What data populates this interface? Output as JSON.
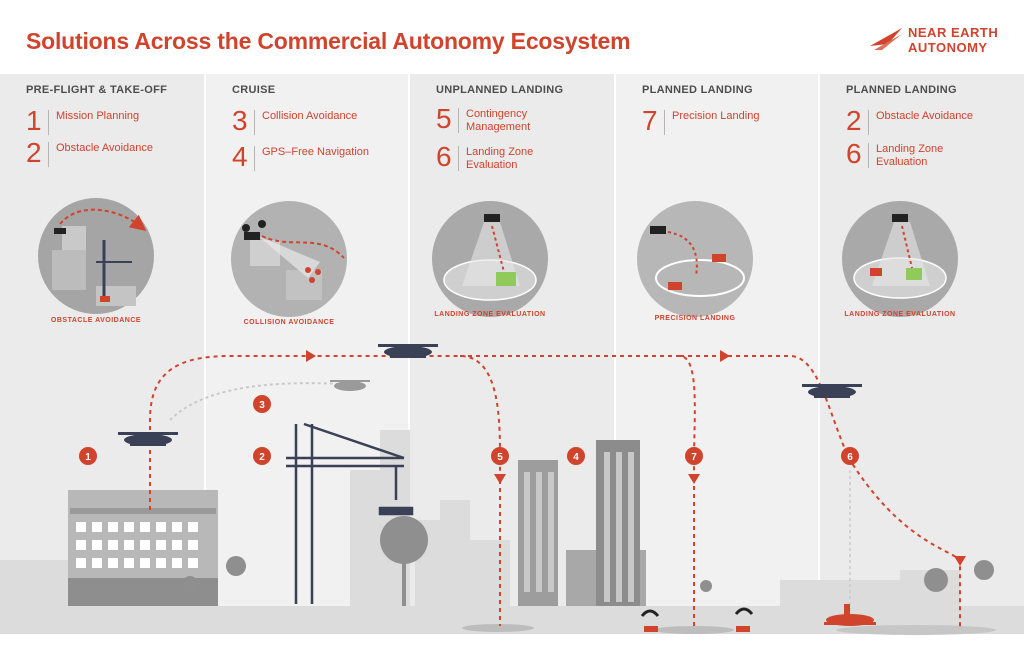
{
  "header": {
    "title": "Solutions Across the Commercial Autonomy Ecosystem",
    "logo_line1": "NEAR EARTH",
    "logo_line2": "AUTONOMY"
  },
  "phases": [
    {
      "title": "PRE-FLIGHT & TAKE-OFF",
      "items": [
        {
          "num": "1",
          "label": "Mission Planning"
        },
        {
          "num": "2",
          "label": "Obstacle Avoidance"
        }
      ],
      "circle_label": "OBSTACLE AVOIDANCE"
    },
    {
      "title": "CRUISE",
      "items": [
        {
          "num": "3",
          "label": "Collision Avoidance"
        },
        {
          "num": "4",
          "label": "GPS–Free Navigation"
        }
      ],
      "circle_label": "COLLISION AVOIDANCE"
    },
    {
      "title": "UNPLANNED LANDING",
      "items": [
        {
          "num": "5",
          "label": "Contingency Management"
        },
        {
          "num": "6",
          "label": "Landing Zone Evaluation"
        }
      ],
      "circle_label": "LANDING ZONE EVALUATION"
    },
    {
      "title": "PLANNED LANDING",
      "items": [
        {
          "num": "7",
          "label": "Precision Landing"
        }
      ],
      "circle_label": "PRECISION LANDING"
    },
    {
      "title": "PLANNED LANDING",
      "items": [
        {
          "num": "2",
          "label": "Obstacle Avoidance"
        },
        {
          "num": "6",
          "label": "Landing Zone Evaluation"
        }
      ],
      "circle_label": "LANDING ZONE EVALUATION"
    }
  ],
  "markers": [
    "1",
    "2",
    "3",
    "4",
    "5",
    "6",
    "7"
  ],
  "colors": {
    "accent": "#d0432c",
    "panel": "#ebebeb",
    "building": "#b3b3b3",
    "dark": "#3a4157"
  }
}
